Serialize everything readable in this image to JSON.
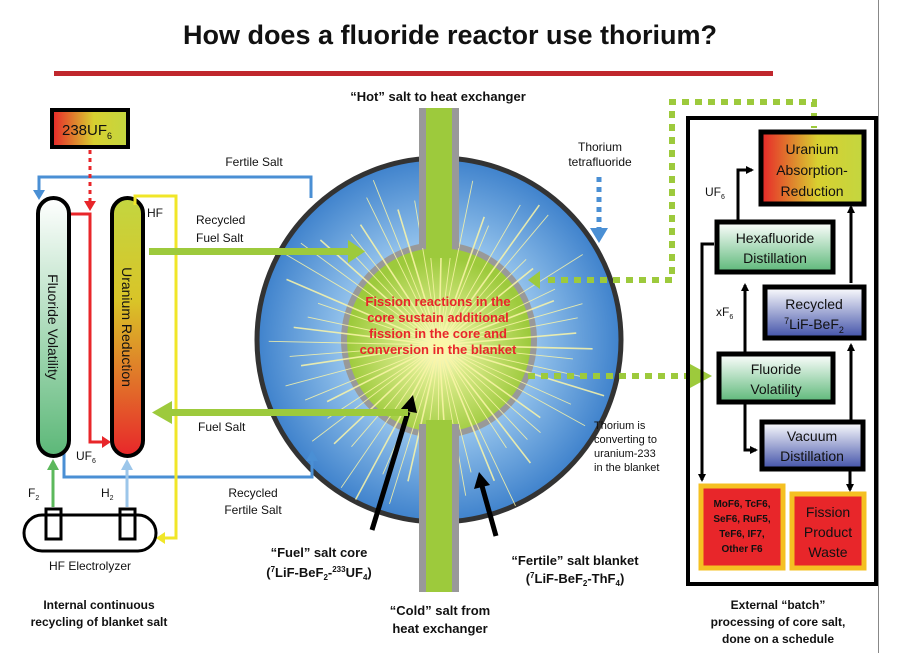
{
  "title": "How does a fluoride reactor use thorium?",
  "colors": {
    "title_rule": "#c0272d",
    "fertile_blue": "#4a8fd4",
    "fuel_green": "#9dca3c",
    "hf_yellow": "#f0e628",
    "uf6_red": "#e8262a",
    "h2_lightblue": "#9cc6ea",
    "f2_green": "#5cb85c",
    "fission_text": "#e8262a",
    "waste_border": "#f5c022"
  },
  "reactor": {
    "hot_salt_label": "“Hot” salt to heat exchanger",
    "cold_salt_label_1": "“Cold” salt from",
    "cold_salt_label_2": "heat exchanger",
    "fission_text": [
      "Fission reactions in the",
      "core sustain additional",
      "fission in the core and",
      "conversion in the blanket"
    ],
    "thorium_tetrafluoride_1": "Thorium",
    "thorium_tetrafluoride_2": "tetrafluoride",
    "thorium_converting": [
      "Thorium is",
      "converting to",
      "uranium-233",
      "in the blanket"
    ],
    "fuel_core_label": "“Fuel” salt core",
    "fuel_core_formula": {
      "open": "(",
      "sup1": "7",
      "a": "LiF-BeF",
      "sub1": "2",
      "b": "-",
      "sup2": "233",
      "c": "UF",
      "sub2": "4",
      "close": ")"
    },
    "fertile_blanket_label": "“Fertile” salt blanket",
    "fertile_blanket_formula": {
      "open": "(",
      "sup1": "7",
      "a": "LiF-BeF",
      "sub1": "2",
      "b": "-ThF",
      "sub2": "4",
      "close": ")"
    }
  },
  "internal": {
    "uf6_source": {
      "main": "238UF",
      "sub": "6"
    },
    "fertile_salt": "Fertile Salt",
    "recycled_fuel_salt_1": "Recycled",
    "recycled_fuel_salt_2": "Fuel Salt",
    "fuel_salt": "Fuel Salt",
    "recycled_fertile_salt_1": "Recycled",
    "recycled_fertile_salt_2": "Fertile Salt",
    "hf": "HF",
    "uf6": {
      "main": "UF",
      "sub": "6"
    },
    "f2": {
      "main": "F",
      "sub": "2"
    },
    "h2": {
      "main": "H",
      "sub": "2"
    },
    "fluoride_volatility_column": "Fluoride Volatility",
    "uranium_reduction_column": "Uranium Reduction",
    "electrolyzer": "HF Electrolyzer",
    "caption_1": "Internal continuous",
    "caption_2": "recycling of blanket salt"
  },
  "external": {
    "uranium_absorption": [
      "Uranium",
      "Absorption-",
      "Reduction"
    ],
    "uf6": {
      "main": "UF",
      "sub": "6"
    },
    "hexafluoride_distillation": [
      "Hexafluoride",
      "Distillation"
    ],
    "xf6": {
      "main": "xF",
      "sub": "6"
    },
    "recycled_salt": {
      "line1": "Recycled",
      "sup": "7",
      "main": "LiF-BeF",
      "sub": "2"
    },
    "fluoride_volatility": [
      "Fluoride",
      "Volatility"
    ],
    "vacuum_distillation": [
      "Vacuum",
      "Distillation"
    ],
    "volatile_fluorides": [
      "MoF6, TcF6,",
      "SeF6, RuF5,",
      "TeF6, IF7,",
      "Other F6"
    ],
    "fission_product_waste": [
      "Fission",
      "Product",
      "Waste"
    ],
    "caption": [
      "External “batch”",
      "processing of core salt,",
      "done on a schedule"
    ]
  }
}
